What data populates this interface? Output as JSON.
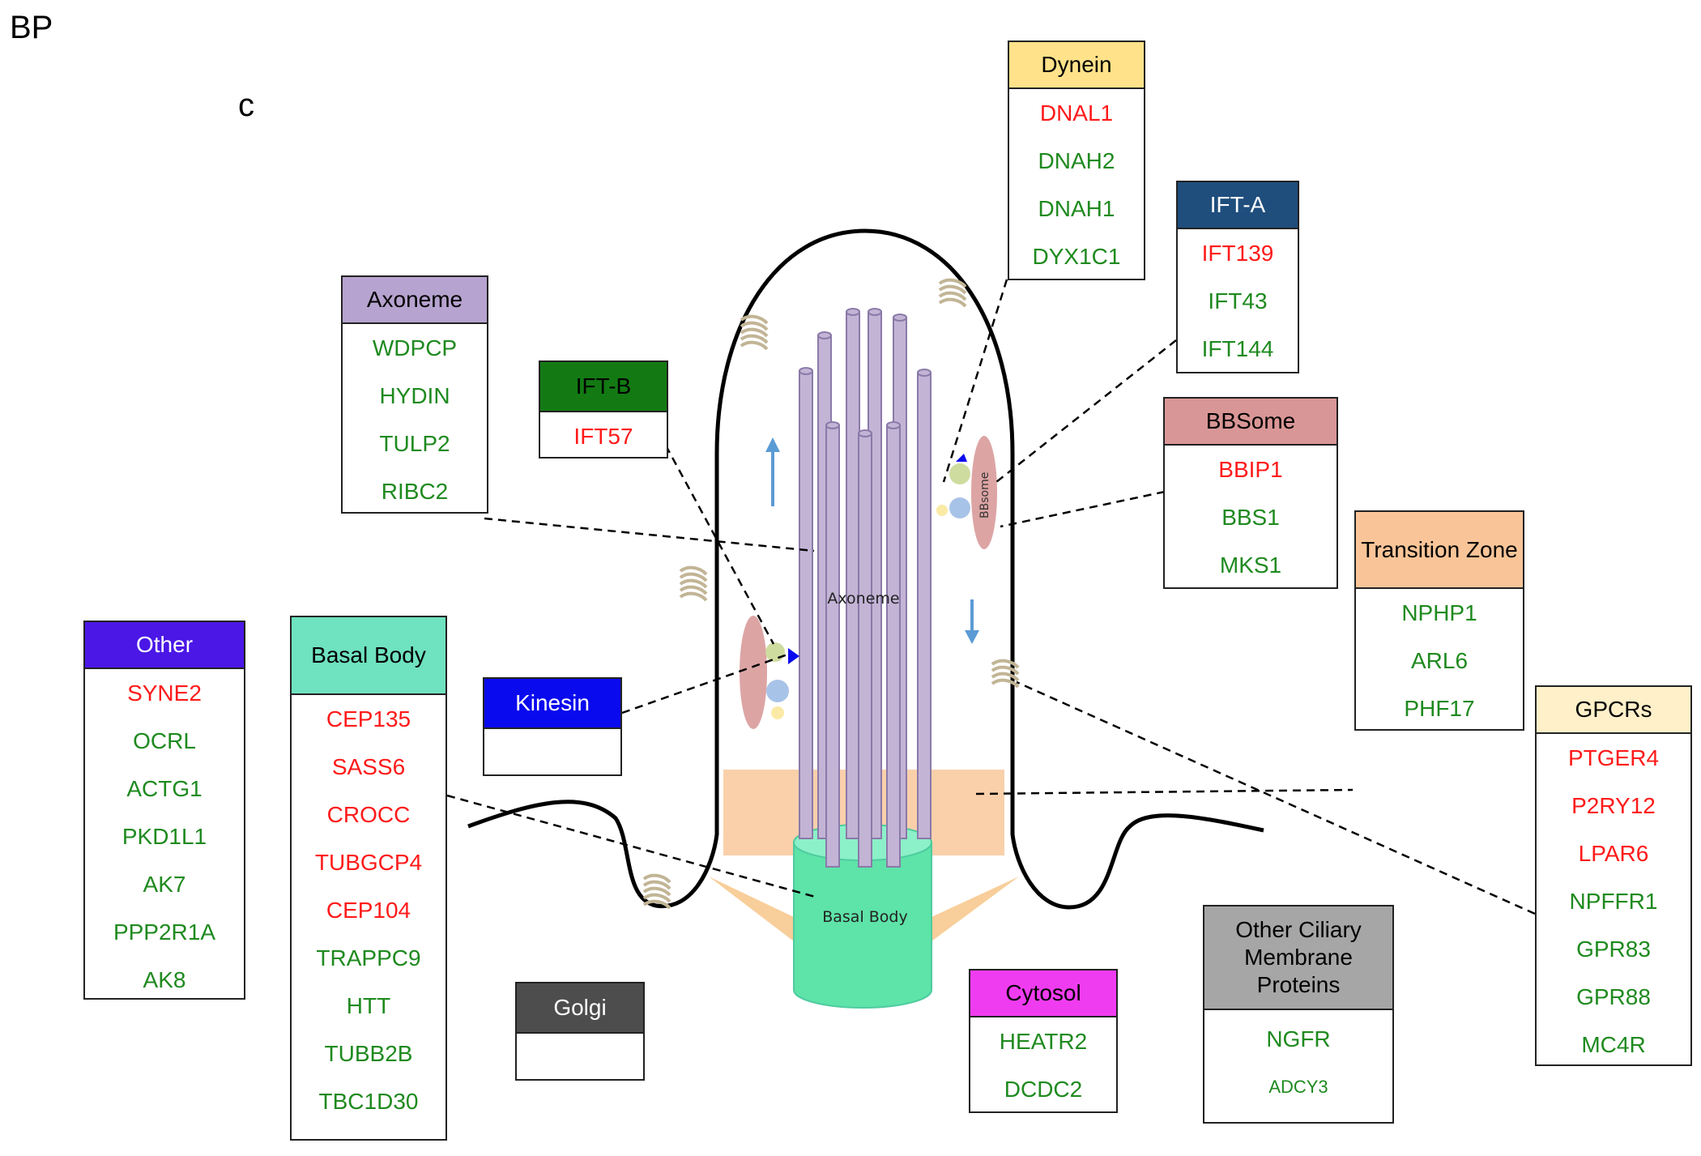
{
  "figure": {
    "corner_label": "BP",
    "panel_label": "c",
    "axoneme_label": "Axoneme",
    "basal_body_label": "Basal Body",
    "bbsome_label": "BBsome"
  },
  "colors": {
    "up_regulated": "#ff1a1a",
    "down_regulated": "#1f8a1f",
    "axoneme_tubule": "#c3b4d6",
    "basal_body_cylinder": "#5ee3a8",
    "transition_zone_band": "#f9c89c",
    "membrane": "#000000",
    "bbsome_ellipse": "#d99a9a"
  },
  "boxes": [
    {
      "id": "dynein",
      "title": "Dynein",
      "header_color": "#ffe28a",
      "title_color": "#000000",
      "genes": [
        {
          "name": "DNAL1",
          "color": "red"
        },
        {
          "name": "DNAH2",
          "color": "green"
        },
        {
          "name": "DNAH1",
          "color": "green"
        },
        {
          "name": "DYX1C1",
          "color": "green"
        }
      ]
    },
    {
      "id": "ift-a",
      "title": "IFT-A",
      "header_color": "#1f4e7d",
      "title_color": "#ffffff",
      "genes": [
        {
          "name": "IFT139",
          "color": "red"
        },
        {
          "name": "IFT43",
          "color": "green"
        },
        {
          "name": "IFT144",
          "color": "green"
        }
      ]
    },
    {
      "id": "axoneme",
      "title": "Axoneme",
      "header_color": "#b6a3cf",
      "title_color": "#000000",
      "genes": [
        {
          "name": "WDPCP",
          "color": "green"
        },
        {
          "name": "HYDIN",
          "color": "green"
        },
        {
          "name": "TULP2",
          "color": "green"
        },
        {
          "name": "RIBC2",
          "color": "green"
        }
      ]
    },
    {
      "id": "ift-b",
      "title": "IFT-B",
      "header_color": "#137a13",
      "title_color": "#000000",
      "genes": [
        {
          "name": "IFT57",
          "color": "red"
        }
      ]
    },
    {
      "id": "bbsome",
      "title": "BBSome",
      "header_color": "#d99696",
      "title_color": "#000000",
      "genes": [
        {
          "name": "BBIP1",
          "color": "red"
        },
        {
          "name": "BBS1",
          "color": "green"
        },
        {
          "name": "MKS1",
          "color": "green"
        }
      ]
    },
    {
      "id": "transition-zone",
      "title": "Transition Zone",
      "header_color": "#f9c598",
      "title_color": "#000000",
      "genes": [
        {
          "name": "NPHP1",
          "color": "green"
        },
        {
          "name": "ARL6",
          "color": "green"
        },
        {
          "name": "PHF17",
          "color": "green"
        }
      ]
    },
    {
      "id": "other",
      "title": "Other",
      "header_color": "#4a17e6",
      "title_color": "#ffffff",
      "genes": [
        {
          "name": "SYNE2",
          "color": "red"
        },
        {
          "name": "OCRL",
          "color": "green"
        },
        {
          "name": "ACTG1",
          "color": "green"
        },
        {
          "name": "PKD1L1",
          "color": "green"
        },
        {
          "name": "AK7",
          "color": "green"
        },
        {
          "name": "PPP2R1A",
          "color": "green"
        },
        {
          "name": "AK8",
          "color": "green"
        }
      ]
    },
    {
      "id": "basal-body",
      "title": "Basal Body",
      "header_color": "#6fe2bf",
      "title_color": "#000000",
      "genes": [
        {
          "name": "CEP135",
          "color": "red"
        },
        {
          "name": "SASS6",
          "color": "red"
        },
        {
          "name": "CROCC",
          "color": "red"
        },
        {
          "name": "TUBGCP4",
          "color": "red"
        },
        {
          "name": "CEP104",
          "color": "red"
        },
        {
          "name": "TRAPPC9",
          "color": "green"
        },
        {
          "name": "HTT",
          "color": "green"
        },
        {
          "name": "TUBB2B",
          "color": "green"
        },
        {
          "name": "TBC1D30",
          "color": "green"
        }
      ]
    },
    {
      "id": "kinesin",
      "title": "Kinesin",
      "header_color": "#0a0aee",
      "title_color": "#ffffff",
      "genes": []
    },
    {
      "id": "gpcrs",
      "title": "GPCRs",
      "header_color": "#fff0c9",
      "title_color": "#000000",
      "genes": [
        {
          "name": "PTGER4",
          "color": "red"
        },
        {
          "name": "P2RY12",
          "color": "red"
        },
        {
          "name": "LPAR6",
          "color": "red"
        },
        {
          "name": "NPFFR1",
          "color": "green"
        },
        {
          "name": "GPR83",
          "color": "green"
        },
        {
          "name": "GPR88",
          "color": "green"
        },
        {
          "name": "MC4R",
          "color": "green"
        }
      ]
    },
    {
      "id": "golgi",
      "title": "Golgi",
      "header_color": "#4d4d4d",
      "title_color": "#ffffff",
      "genes": []
    },
    {
      "id": "cytosol",
      "title": "Cytosol",
      "header_color": "#f03cf0",
      "title_color": "#000000",
      "genes": [
        {
          "name": "HEATR2",
          "color": "green"
        },
        {
          "name": "DCDC2",
          "color": "green"
        }
      ]
    },
    {
      "id": "other-ciliary-membrane",
      "title": "Other Ciliary Membrane Proteins",
      "header_color": "#a6a6a6",
      "title_color": "#000000",
      "genes": [
        {
          "name": "NGFR",
          "color": "green"
        },
        {
          "name": "ADCY3",
          "color": "green",
          "small": true
        }
      ]
    }
  ]
}
